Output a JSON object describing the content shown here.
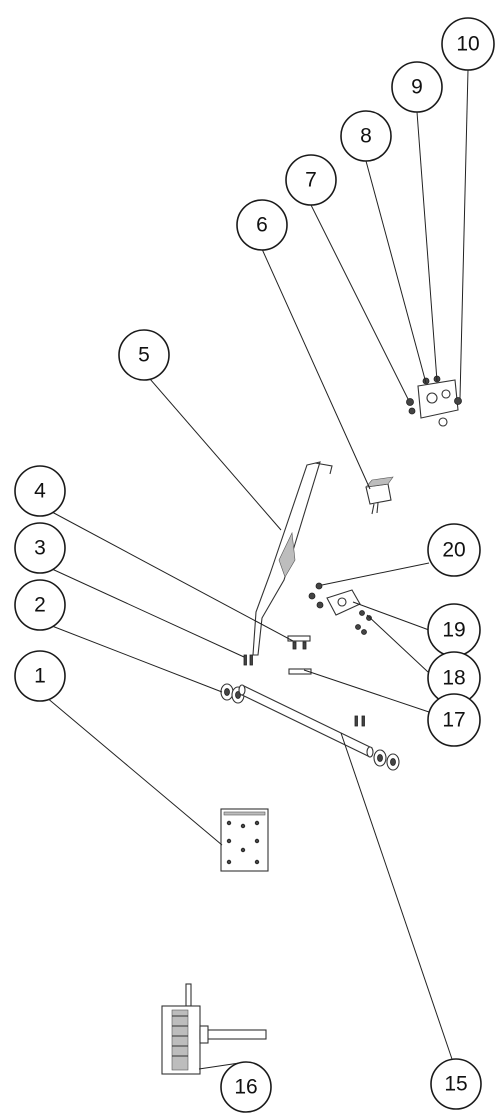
{
  "callouts": [
    {
      "id": "1",
      "label": "1"
    },
    {
      "id": "2",
      "label": "2"
    },
    {
      "id": "3",
      "label": "3"
    },
    {
      "id": "4",
      "label": "4"
    },
    {
      "id": "5",
      "label": "5"
    },
    {
      "id": "6",
      "label": "6"
    },
    {
      "id": "7",
      "label": "7"
    },
    {
      "id": "8",
      "label": "8"
    },
    {
      "id": "9",
      "label": "9"
    },
    {
      "id": "10",
      "label": "10"
    },
    {
      "id": "15",
      "label": "15"
    },
    {
      "id": "16",
      "label": "16"
    },
    {
      "id": "17",
      "label": "17"
    },
    {
      "id": "18",
      "label": "18"
    },
    {
      "id": "19",
      "label": "19"
    },
    {
      "id": "20",
      "label": "20"
    }
  ],
  "colors": {
    "line": "#222222",
    "background": "#ffffff"
  }
}
